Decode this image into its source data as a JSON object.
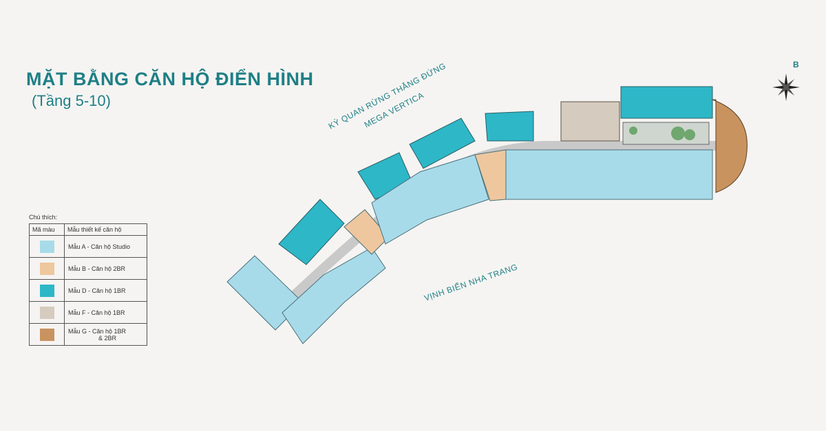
{
  "title": "MẶT BẰNG CĂN HỘ ĐIỂN HÌNH",
  "subtitle": "(Tầng 5-10)",
  "labels": {
    "forest_line1": "KỲ QUAN RỪNG THẲNG ĐỨNG",
    "forest_line2": "MEGA VERTICA",
    "bay": "VỊNH BIỂN NHA TRANG",
    "compass": "B"
  },
  "legend": {
    "caption": "Chú thích:",
    "col_color": "Mã màu",
    "col_design": "Mẫu thiết kế căn hộ",
    "rows": [
      {
        "label": "Mẫu A - Căn hộ Studio",
        "color": "#a8dbe9"
      },
      {
        "label": "Mẫu B - Căn hộ 2BR",
        "color": "#eec79f"
      },
      {
        "label": "Mẫu D - Căn hộ 1BR",
        "color": "#2db7c7"
      },
      {
        "label": "Mẫu F - Căn hộ 1BR",
        "color": "#d6cbbf"
      },
      {
        "label": "Mẫu G - Căn hộ 1BR",
        "label2": "& 2BR",
        "color": "#c9935f"
      }
    ]
  },
  "colors": {
    "studio": "#a8dbe9",
    "br2": "#eec79f",
    "d1br": "#2db7c7",
    "f1br": "#d6cbbf",
    "g": "#c9935f",
    "corridor": "#c9c9c9",
    "garden": "#93c59a",
    "title": "#1f7f86"
  }
}
